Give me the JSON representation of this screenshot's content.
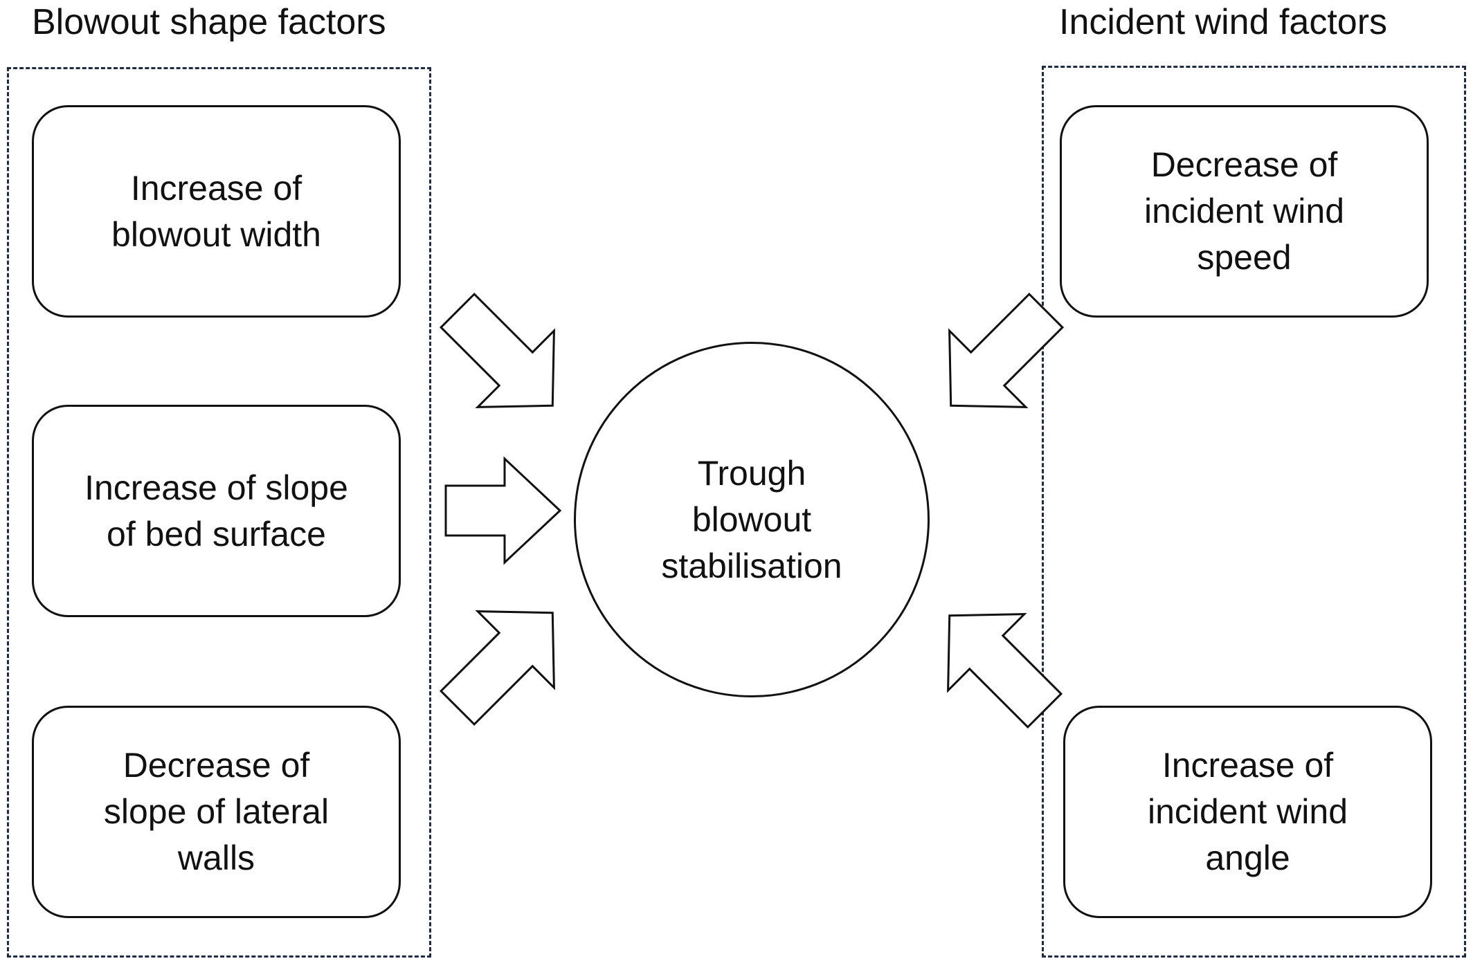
{
  "groups": {
    "left": {
      "title": "Blowout shape factors",
      "factors": [
        {
          "lines": [
            "Increase of",
            "blowout width"
          ]
        },
        {
          "lines": [
            "Increase of slope",
            "of bed surface"
          ]
        },
        {
          "lines": [
            "Decrease of",
            "slope of lateral",
            "walls"
          ]
        }
      ]
    },
    "right": {
      "title": "Incident wind factors",
      "factors": [
        {
          "lines": [
            "Decrease of",
            "incident wind",
            "speed"
          ]
        },
        {
          "lines": [
            "Increase of",
            "incident wind",
            "angle"
          ]
        }
      ]
    }
  },
  "center": {
    "lines": [
      "Trough",
      "blowout",
      "stabilisation"
    ]
  }
}
